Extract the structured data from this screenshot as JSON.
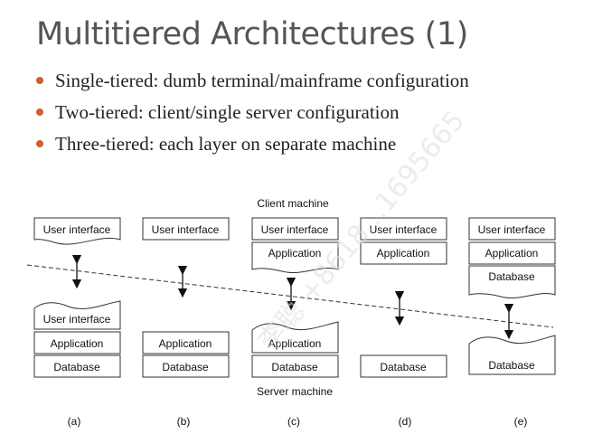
{
  "title": "Multitiered Architectures (1)",
  "bullets": [
    "Single-tiered: dumb terminal/mainframe configuration",
    "Two-tiered: client/single server configuration",
    "Three-tiered: each layer on separate machine"
  ],
  "colors": {
    "bullet": "#d0602c",
    "title": "#555555"
  },
  "diagram": {
    "client_label": "Client machine",
    "server_label": "Server machine",
    "layers": {
      "user_interface": "User interface",
      "application": "Application",
      "database": "Database"
    },
    "columns": [
      "(a)",
      "(b)",
      "(c)",
      "(d)",
      "(e)"
    ]
  },
  "watermark": "李聪 +8618…1695665"
}
